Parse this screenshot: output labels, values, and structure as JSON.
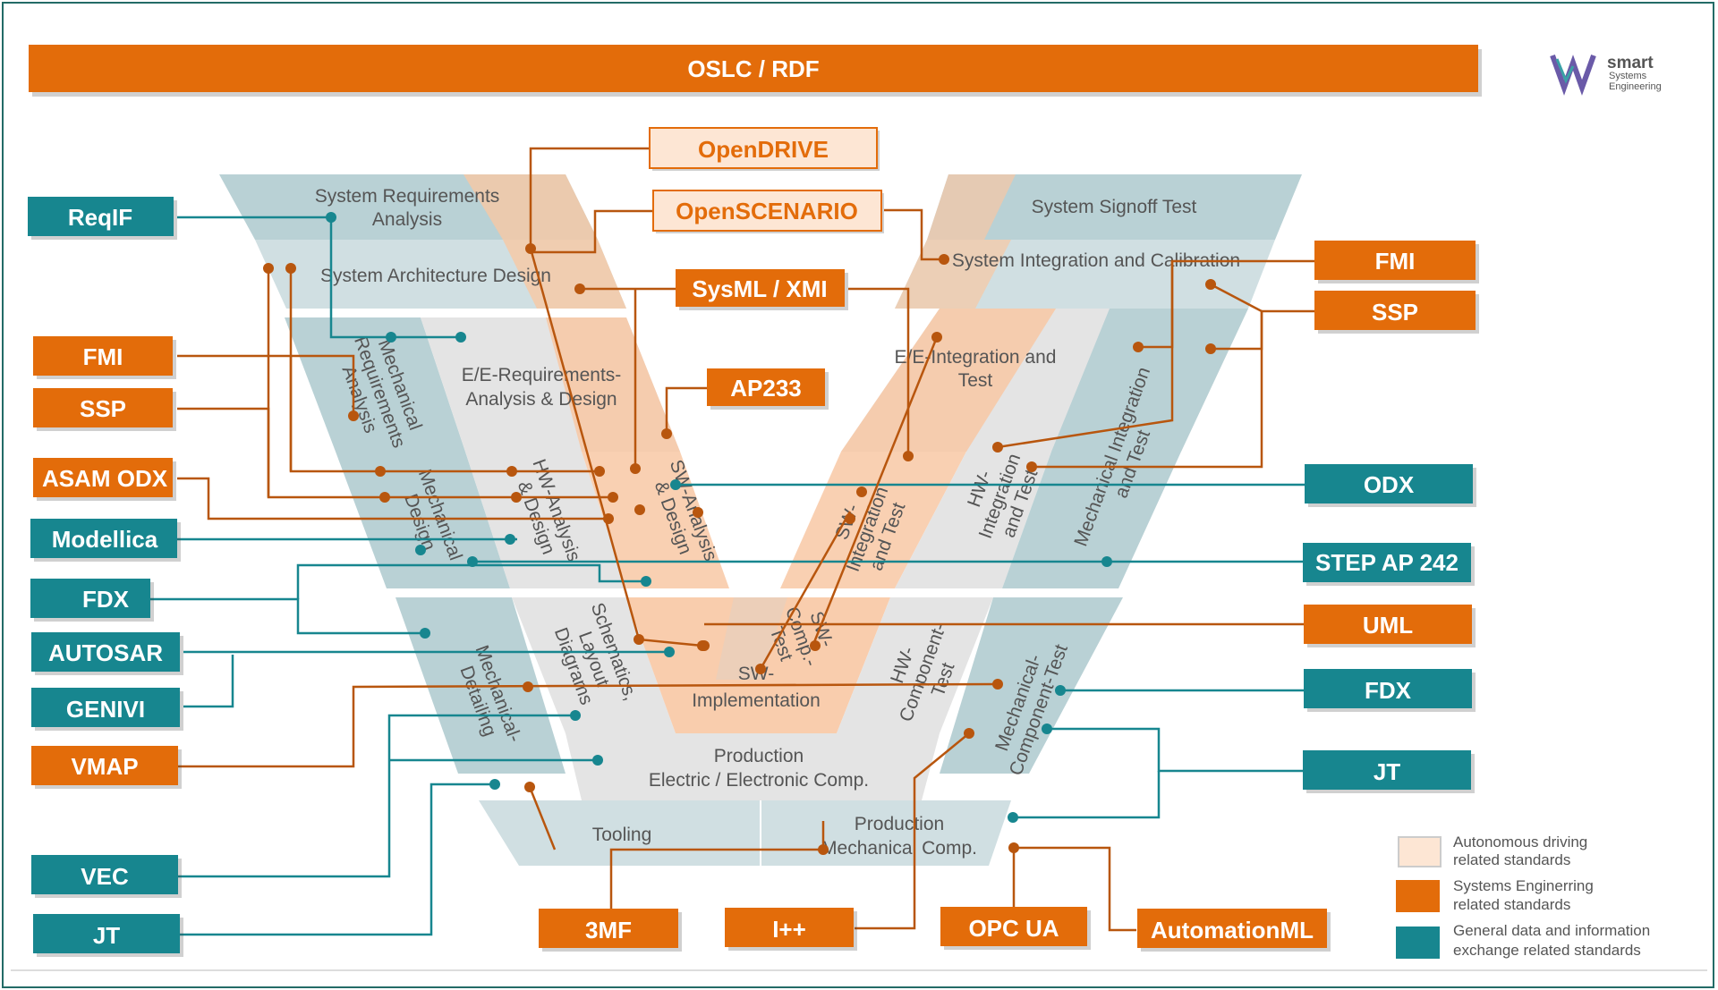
{
  "colors": {
    "orange": "#e36c0a",
    "teal": "#17868f",
    "light_orange": "#fde6d4",
    "v_teal": "#b9d1d5",
    "v_grey": "#d9d9d9",
    "v_orange": "#f8c8a4",
    "border": "#236b67",
    "text": "#555555"
  },
  "top_bar": {
    "label": "OSLC / RDF"
  },
  "logo": {
    "brand": "smart",
    "line1": "Systems",
    "line2": "Engineering"
  },
  "v_model": {
    "system_requirements_analysis": [
      "System Requirements",
      "Analysis"
    ],
    "system_architecture_design": "System Architecture Design",
    "system_signoff_test": "System Signoff Test",
    "system_integration_calibration": "System Integration and Calibration",
    "mechanical_requirements_analysis": [
      "Mechanical",
      "Requirements",
      "Analysis"
    ],
    "ee_requirements_analysis_design": [
      "E/E-Requirements-",
      "Analysis & Design"
    ],
    "ee_integration_test": [
      "E/E-Integration and",
      "Test"
    ],
    "mechanical_integration_test": [
      "Mechanical Integration",
      "and Test"
    ],
    "mechanical_design": [
      "Mechanical",
      "Design"
    ],
    "hw_analysis_design": [
      "HW-Analysis",
      "& Design"
    ],
    "sw_analysis_design": [
      "SW-Analysis",
      "& Design"
    ],
    "sw_integration_test": [
      "SW-",
      "Integration",
      "and Test"
    ],
    "hw_integration_test": [
      "HW-",
      "Integration",
      "and Test"
    ],
    "mechanical_detailing": [
      "Mechanical-",
      "Detailing"
    ],
    "schematics_layout": [
      "Schematics,",
      "Layout",
      "Diagrams"
    ],
    "sw_comp_test": [
      "SW-",
      "Comp.-",
      "Test"
    ],
    "sw_implementation": [
      "SW-",
      "Implementation"
    ],
    "hw_component_test": [
      "HW-",
      "Component-",
      "Test"
    ],
    "mechanical_component_test": [
      "Mechanical-",
      "Component-Test"
    ],
    "production_ee": [
      "Production",
      "Electric / Electronic Comp."
    ],
    "tooling": "Tooling",
    "production_mechanical": [
      "Production",
      "Mechanical Comp."
    ]
  },
  "standards": {
    "opendrive": "OpenDRIVE",
    "openscenario": "OpenSCENARIO",
    "sysml_xmi": "SysML / XMI",
    "ap233": "AP233",
    "reqif": "ReqIF",
    "fmi_left": "FMI",
    "ssp_left": "SSP",
    "asam_odx": "ASAM ODX",
    "modellica": "Modellica",
    "fdx_left": "FDX",
    "autosar": "AUTOSAR",
    "genivi": "GENIVI",
    "vmap": "VMAP",
    "vec": "VEC",
    "jt_left": "JT",
    "fmi_right": "FMI",
    "ssp_right": "SSP",
    "odx": "ODX",
    "step_ap242": "STEP AP 242",
    "uml": "UML",
    "fdx_right": "FDX",
    "jt_right": "JT",
    "threemf": "3MF",
    "ipp": "I++",
    "opc_ua": "OPC UA",
    "automationml": "AutomationML"
  },
  "legend": {
    "autonomous": [
      "Autonomous driving",
      "related standards"
    ],
    "systems": [
      "Systems Enginerring",
      "related standards"
    ],
    "general": [
      "General data and information",
      "exchange related standards"
    ]
  }
}
